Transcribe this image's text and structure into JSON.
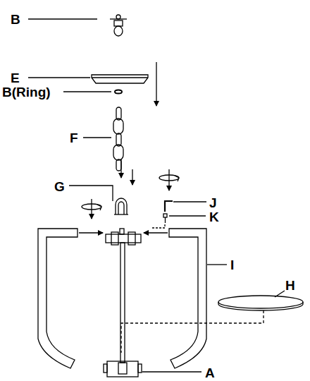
{
  "diagram": {
    "labels": [
      "B",
      "E",
      "B(Ring)",
      "F",
      "G",
      "J",
      "K",
      "I",
      "H",
      "A"
    ]
  }
}
